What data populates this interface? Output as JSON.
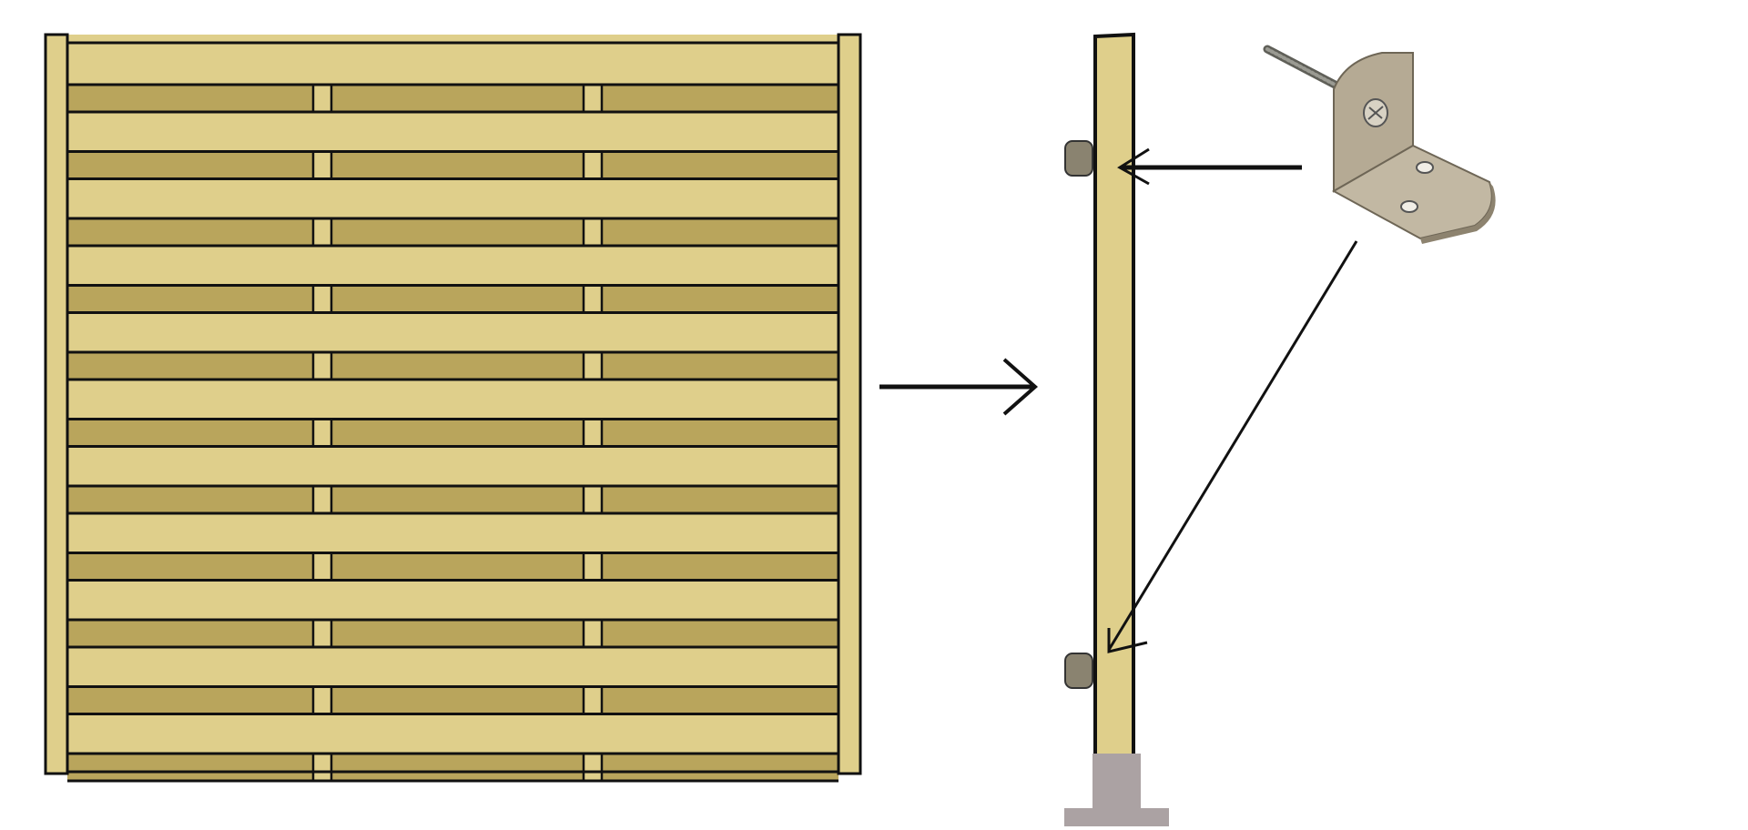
{
  "colors": {
    "background": "#ffffff",
    "wood_light": "#dfcf8b",
    "wood_dark": "#b9a55c",
    "outline": "#111111",
    "bolt": "#8a8370",
    "footing": "#aba2a3",
    "bracket": "#b5aa94",
    "bracket_edge": "#6e6656",
    "screw": "#777770"
  },
  "panel": {
    "board_rows": 11,
    "weave_columns": 3
  },
  "post": {
    "bolts": 2
  },
  "icons": {
    "bracket": "angle-bracket-icon",
    "screw": "lag-screw-icon"
  }
}
